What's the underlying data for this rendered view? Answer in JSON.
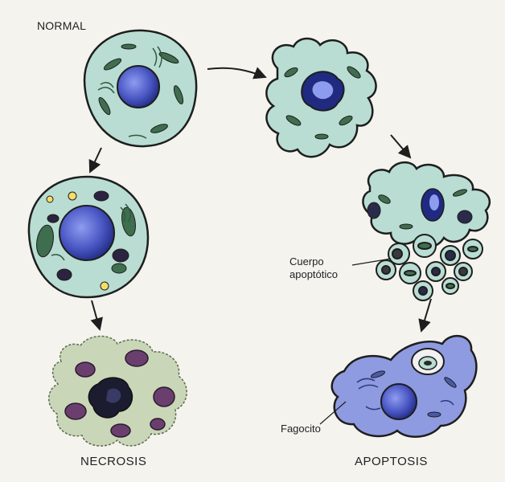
{
  "labels": {
    "normal": "NORMAL",
    "necrosis": "NECROSIS",
    "apoptosis": "APOPTOSIS",
    "apoptotic_body_line1": "Cuerpo",
    "apoptotic_body_line2": "apoptótico",
    "phagocyte": "Fagocito"
  },
  "colors": {
    "background": "#f4f3ee",
    "cytoplasm": "#b9ddd3",
    "nucleus": "#4a57c4",
    "necrotic_cytoplasm": "#c9d6b8",
    "necrotic_debris": "#6a3f6e",
    "phagocyte": "#8e9be0",
    "outline": "#1e1e1e"
  }
}
